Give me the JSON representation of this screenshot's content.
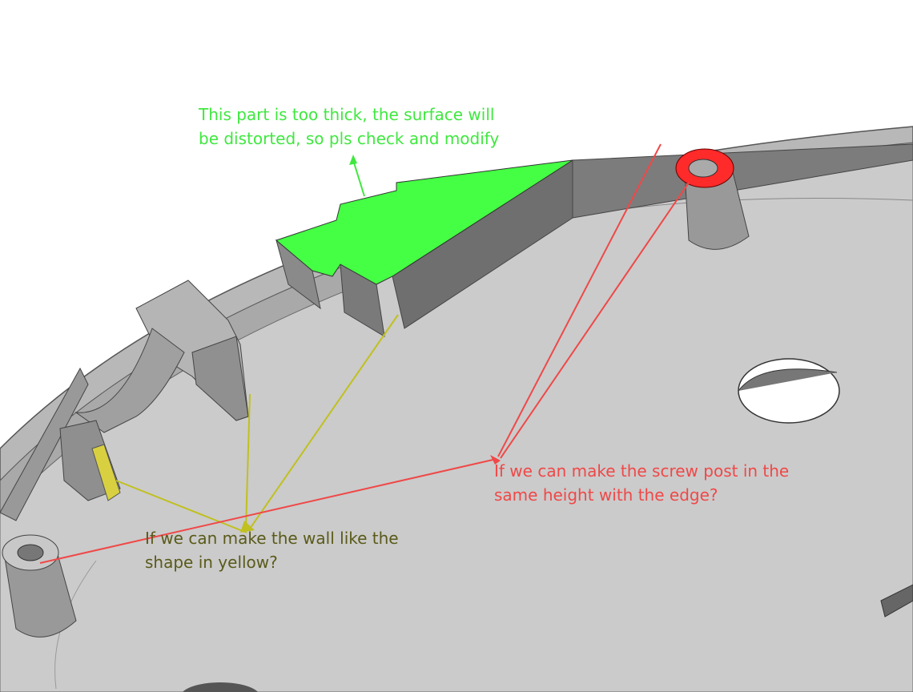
{
  "annotations": {
    "green": {
      "lines": [
        "This part is too thick, the surface will",
        "be distorted, so pls check and modify"
      ],
      "color": "#3fe83f"
    },
    "red": {
      "lines": [
        "If we can make the screw post in the",
        "same height with the edge?"
      ],
      "color": "#f04848"
    },
    "yellow": {
      "lines": [
        "If we can make the wall like the",
        "shape in yellow?"
      ],
      "color": "#5a5a1a"
    }
  }
}
